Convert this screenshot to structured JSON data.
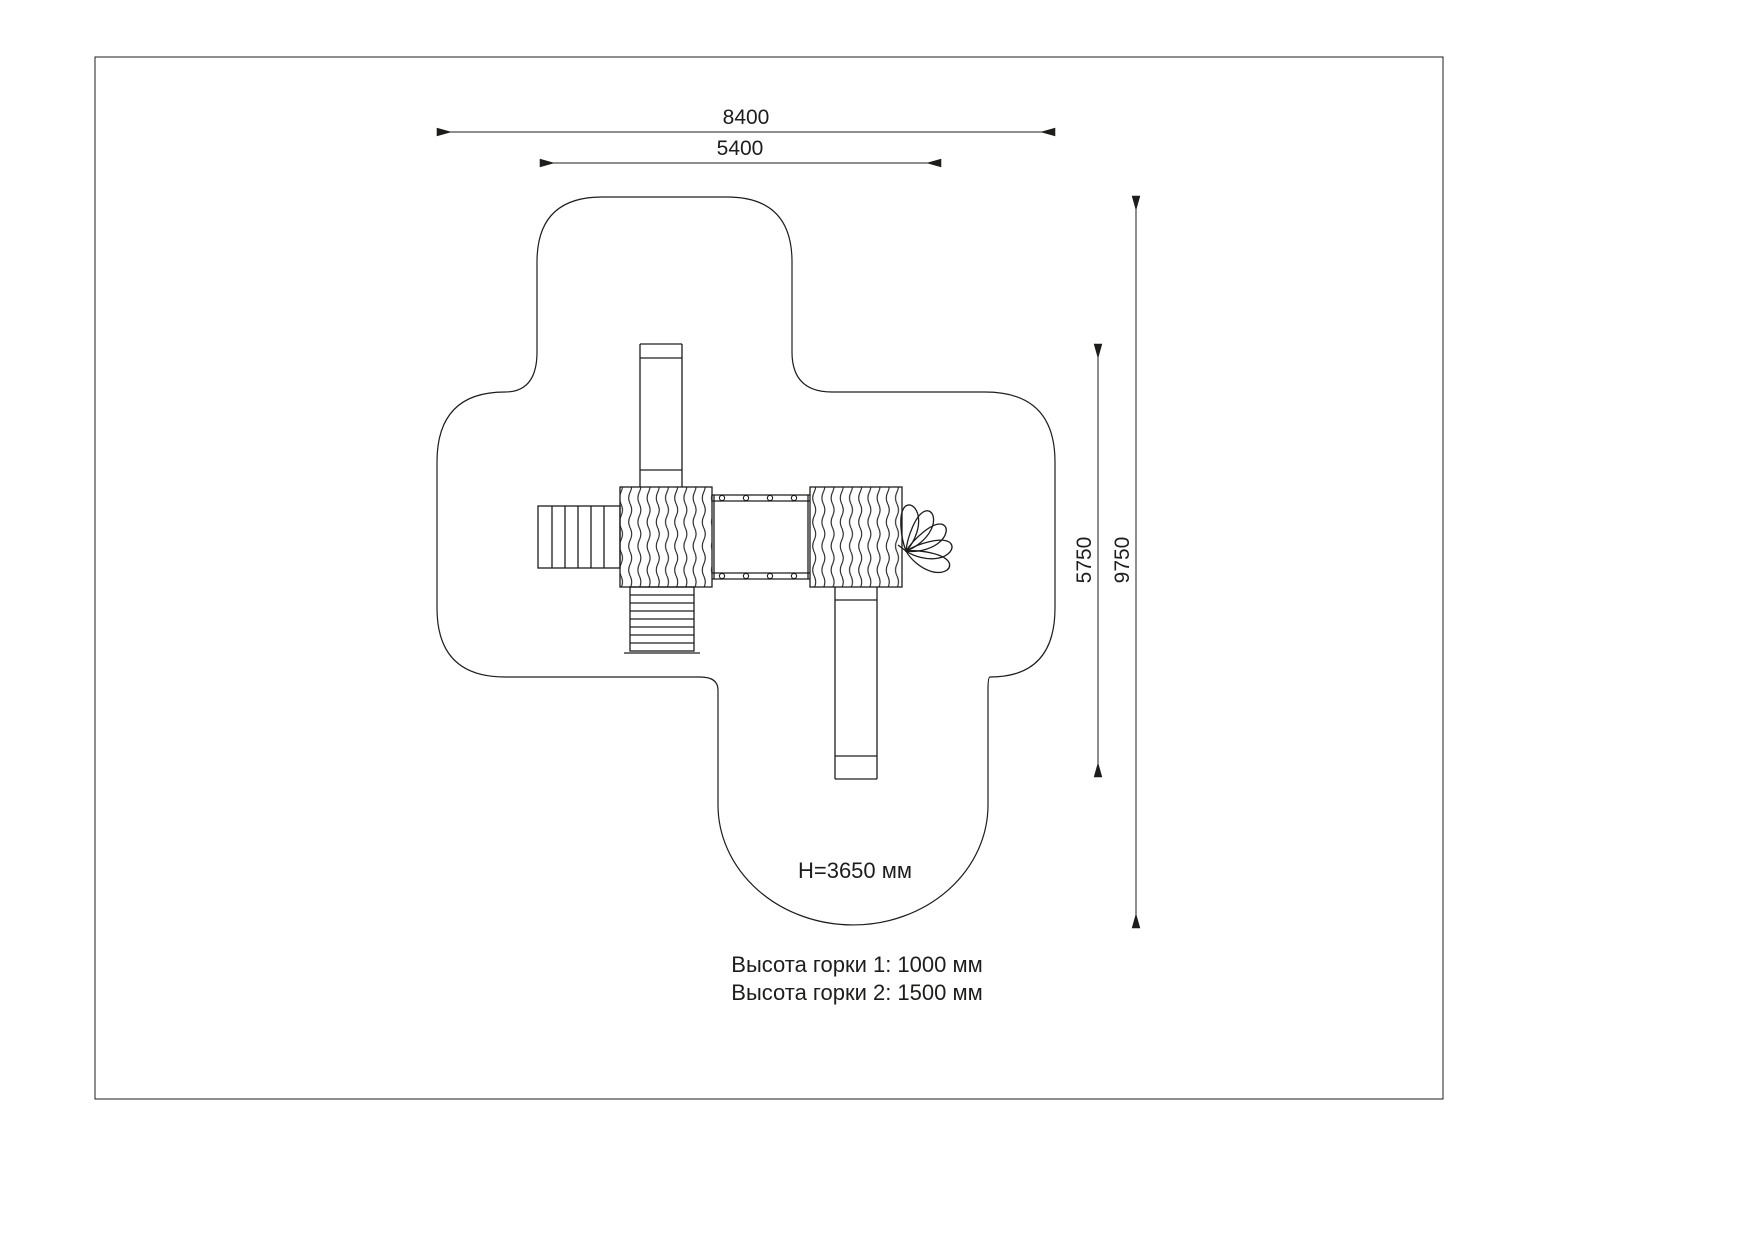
{
  "drawing": {
    "dimensions": {
      "top_outer": "8400",
      "top_inner": "5400",
      "right_outer": "9750",
      "right_inner": "5750"
    },
    "annotations": {
      "height_note": "H=3650 мм",
      "slide1_note": "Высота горки 1: 1000 мм",
      "slide2_note": "Высота горки 2: 1500 мм"
    },
    "colors": {
      "line": "#1d1d1b",
      "background": "#ffffff"
    }
  }
}
